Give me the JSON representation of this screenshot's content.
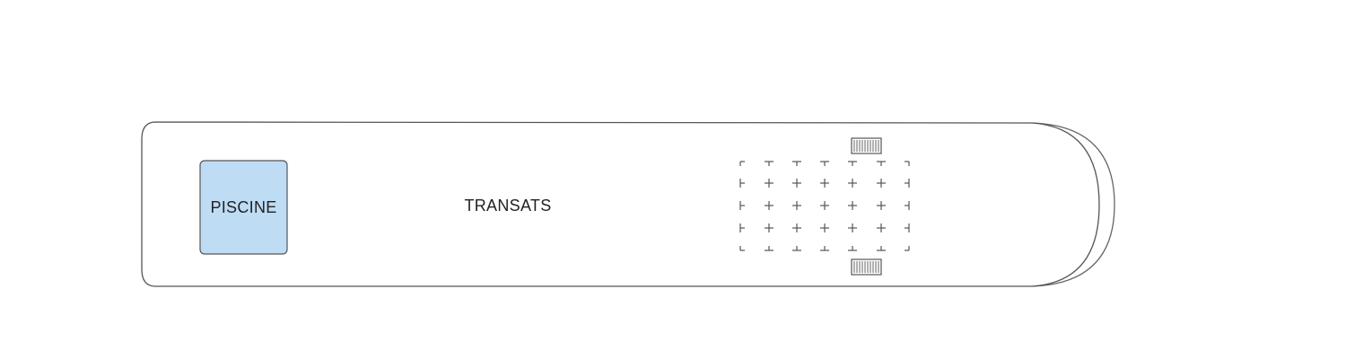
{
  "rooms": {
    "pool": {
      "label": "PISCINE"
    },
    "loungers": {
      "label": "TRANSATS"
    }
  },
  "colors": {
    "pool_fill": "#bfdcf5",
    "hull_stroke": "#555555",
    "deck_background": "#ffffff"
  },
  "icons": {
    "stairs": "stairs-icon",
    "sun_lounger_grid": "sun-lounger-grid"
  }
}
